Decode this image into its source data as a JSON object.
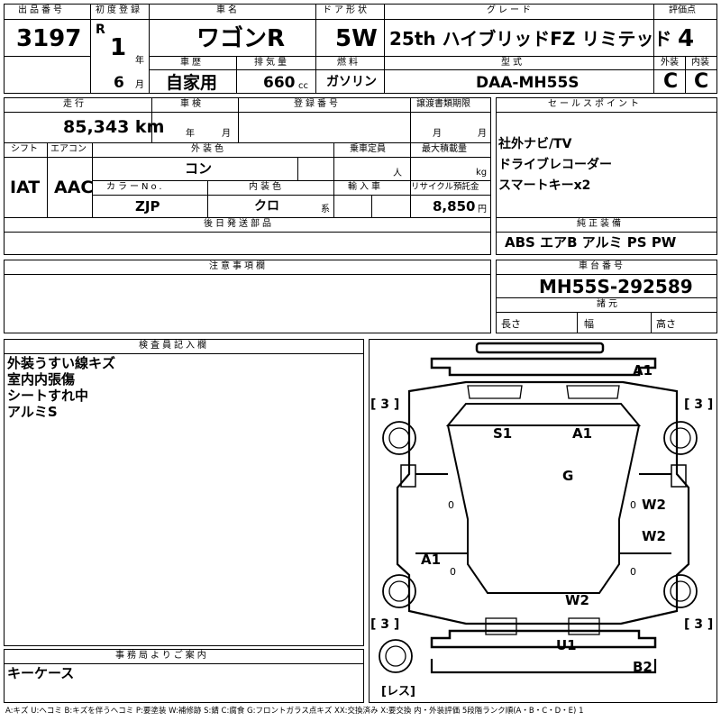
{
  "header": {
    "labels": {
      "lot_no": "出品番号",
      "first_reg": "初度登録",
      "car_name": "車名",
      "door": "ドア形状",
      "grade": "グレード",
      "score": "評価点",
      "history": "車歴",
      "displacement": "排気量",
      "fuel": "燃料",
      "model": "型式",
      "exterior": "外装",
      "interior": "内装",
      "year_unit": "年",
      "month_unit": "月",
      "cc_unit": "cc"
    },
    "values": {
      "lot_no": "3197",
      "era": "R",
      "year": "1",
      "month": "6",
      "car_name": "ワゴンR",
      "door": "5W",
      "grade": "25th ハイブリッドFZ リミテッド",
      "score": "4",
      "history": "自家用",
      "displacement": "660",
      "fuel": "ガソリン",
      "model": "DAA-MH55S",
      "exterior": "C",
      "interior": "C"
    }
  },
  "mid": {
    "labels": {
      "mileage": "走行",
      "inspection": "車検",
      "reg_no": "登録番号",
      "transfer": "譲渡書類期限",
      "sales_point": "セールスポイント",
      "shift": "シフト",
      "aircon": "エアコン",
      "ext_color": "外装色",
      "capacity": "乗車定員",
      "max_load": "最大積載量",
      "color_no": "カラーNo.",
      "int_color": "内装色",
      "import": "輸入車",
      "recycle": "リサイクル預託金",
      "later_parts": "後日発送部品",
      "genuine": "純正装備",
      "year_unit": "年",
      "month_unit": "月",
      "person_unit": "人",
      "kg_unit": "kg",
      "kei_unit": "系",
      "yen_unit": "円"
    },
    "values": {
      "mileage": "85,343 km",
      "shift": "IAT",
      "aircon": "AAC",
      "ext_color": "コン",
      "color_no": "ZJP",
      "int_color": "クロ",
      "recycle": "8,850",
      "sales_points": [
        "社外ナビ/TV",
        "ドライブレコーダー",
        "スマートキーx2"
      ],
      "genuine": "ABS エアB アルミ PS PW"
    }
  },
  "notes": {
    "label": "注意事項欄",
    "chassis_label": "車台番号",
    "chassis_no": "MH55S-292589",
    "specs_label": "諸元",
    "length": "長さ",
    "width": "幅",
    "height": "高さ"
  },
  "inspector": {
    "label": "検査員記入欄",
    "lines": [
      "外装うすい線キズ",
      "室内内張傷",
      "シートすれ中",
      "アルミS"
    ]
  },
  "office": {
    "label": "事務局よりご案内",
    "text": "キーケース"
  },
  "diagram": {
    "marks": [
      "A1",
      "S1",
      "A1",
      "G",
      "W2",
      "W2",
      "A1",
      "W2",
      "U1",
      "B2"
    ],
    "tires": [
      "[ 3 ]",
      "[ 3 ]",
      "[ 3 ]",
      "[ 3 ]"
    ],
    "spare": "[レス]",
    "zeros": [
      "0",
      "0",
      "0",
      "0"
    ]
  },
  "legend": "A:キズ U:ヘコミ B:キズを伴うヘコミ P:要塗装 W:補修跡 S:錆 C:腐食 G:フロントガラス点キズ XX:交換済み X:要交換 内・外装評価 5段階ランク順(A・B・C・D・E) 1"
}
